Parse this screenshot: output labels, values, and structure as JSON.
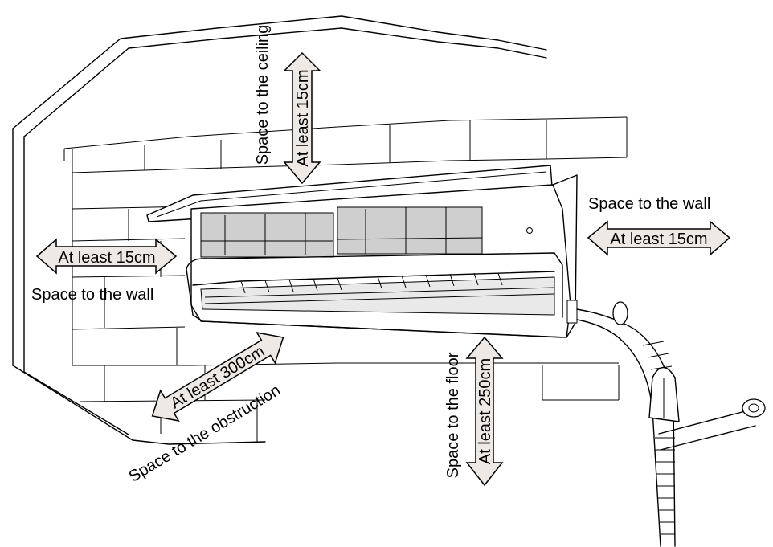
{
  "colors": {
    "arrow_fill": "#efe9e6",
    "outline": "#000000",
    "panel_grey": "#cfcfcf",
    "background": "#ffffff"
  },
  "labels": {
    "ceiling_desc": "Space to the ceiling",
    "ceiling_value": "At least 15cm",
    "right_wall_desc": "Space to the wall",
    "right_wall_value": "At least 15cm",
    "left_wall_desc": "Space to the wall",
    "left_wall_value": "At least 15cm",
    "floor_desc": "Space to the floor",
    "floor_value": "At least 250cm",
    "obstruction_desc": "Space to the obstruction",
    "obstruction_value": "At least 300cm"
  }
}
